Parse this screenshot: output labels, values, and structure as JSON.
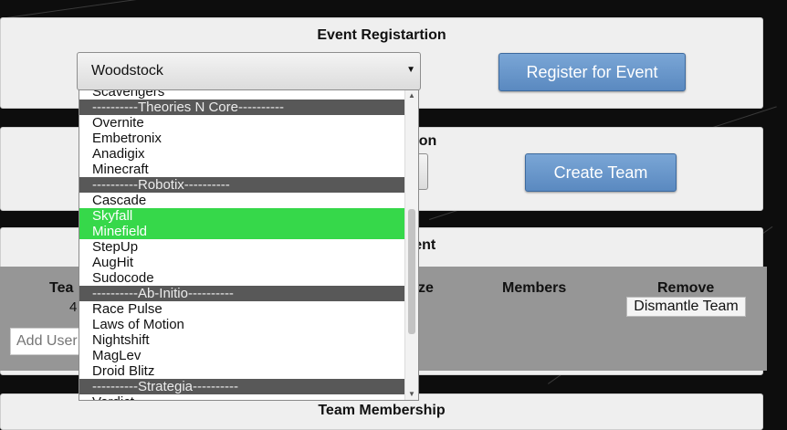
{
  "event_registration": {
    "title": "Event Registartion",
    "selected_event": "Woodstock",
    "register_button": "Register for Event"
  },
  "team_creation": {
    "title_partial": "tion",
    "create_button": "Create Team"
  },
  "team_management": {
    "title_partial": "ment",
    "columns": {
      "team_partial": "Tea",
      "size_partial": "ze",
      "members": "Members",
      "remove": "Remove"
    },
    "row_value_partial": "4",
    "dismantle_button": "Dismantle Team",
    "add_user_placeholder": "Add User"
  },
  "team_membership": {
    "title": "Team Membership"
  },
  "dropdown": {
    "items": [
      {
        "label": "Scavengers",
        "type": "option"
      },
      {
        "label": "----------Theories N Core----------",
        "type": "group"
      },
      {
        "label": "Overnite",
        "type": "option"
      },
      {
        "label": "Embetronix",
        "type": "option"
      },
      {
        "label": "Anadigix",
        "type": "option"
      },
      {
        "label": "Minecraft",
        "type": "option"
      },
      {
        "label": "----------Robotix----------",
        "type": "group"
      },
      {
        "label": "Cascade",
        "type": "option"
      },
      {
        "label": "Skyfall",
        "type": "selected"
      },
      {
        "label": "Minefield",
        "type": "selected"
      },
      {
        "label": "StepUp",
        "type": "option"
      },
      {
        "label": "AugHit",
        "type": "option"
      },
      {
        "label": "Sudocode",
        "type": "option"
      },
      {
        "label": "----------Ab-Initio----------",
        "type": "group"
      },
      {
        "label": "Race Pulse",
        "type": "option"
      },
      {
        "label": "Laws of Motion",
        "type": "option"
      },
      {
        "label": "Nightshift",
        "type": "option"
      },
      {
        "label": "MagLev",
        "type": "option"
      },
      {
        "label": "Droid Blitz",
        "type": "option"
      },
      {
        "label": "----------Strategia----------",
        "type": "group"
      },
      {
        "label": "Verdict",
        "type": "option"
      }
    ],
    "icons": {
      "arrow": "select-arrow-icon",
      "scroll_up": "scroll-up-icon",
      "scroll_down": "scroll-down-icon"
    }
  },
  "colors": {
    "highlight": "#36d84a",
    "group_header": "#585858",
    "button": "#6a98cc"
  }
}
